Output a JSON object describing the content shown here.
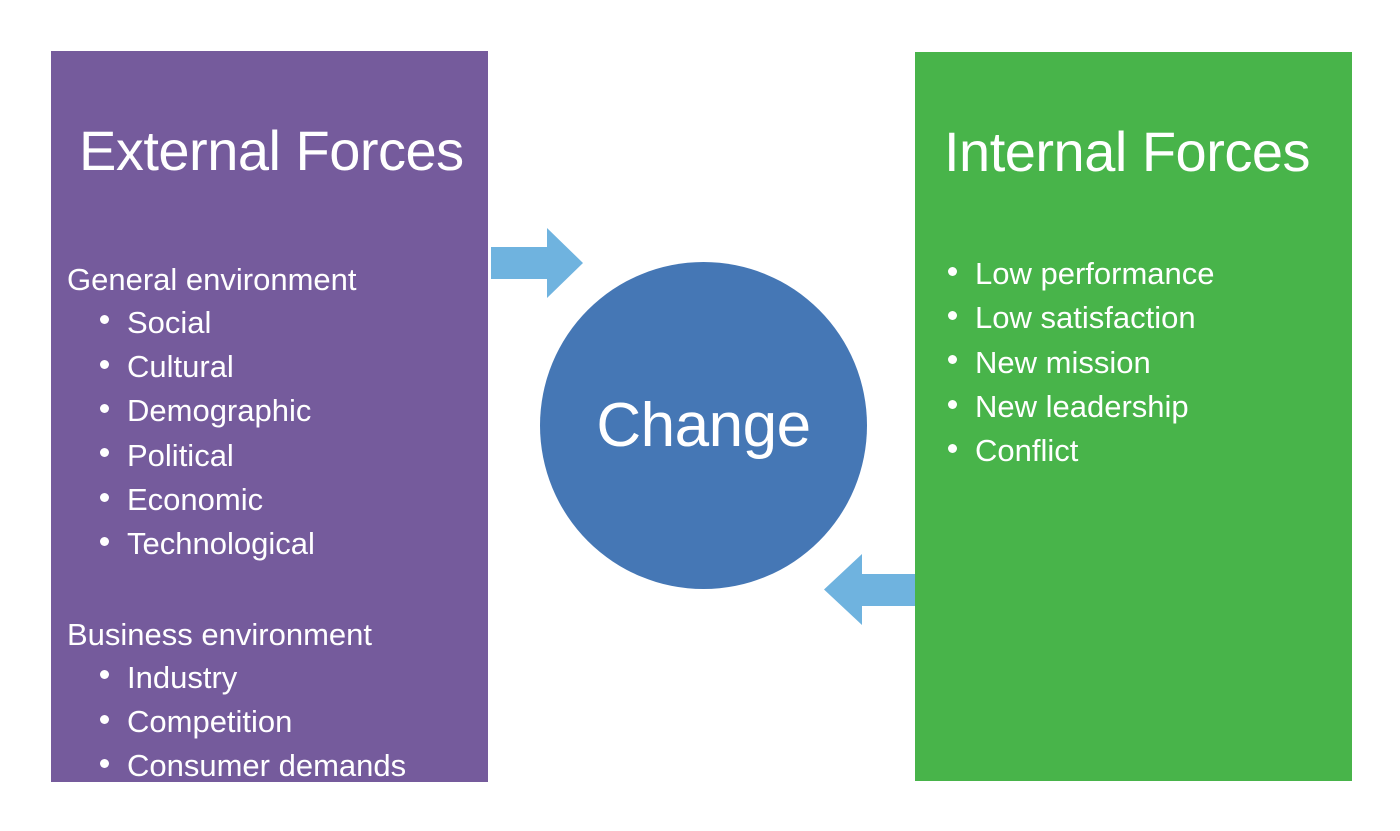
{
  "colors": {
    "external_panel": "#755B9C",
    "internal_panel": "#48B44A",
    "center_circle": "#4577B5",
    "arrow": "#6FB3DF",
    "text": "#FFFFFF",
    "background": "#FFFFFF"
  },
  "center": {
    "label": "Change",
    "shape": "circle"
  },
  "arrows": [
    {
      "name": "external-to-change",
      "direction": "right",
      "color": "#6FB3DF"
    },
    {
      "name": "internal-to-change",
      "direction": "left",
      "color": "#6FB3DF"
    }
  ],
  "external": {
    "title": "External Forces",
    "groups": [
      {
        "heading": "General environment",
        "items": [
          "Social",
          "Cultural",
          "Demographic",
          "Political",
          "Economic",
          "Technological"
        ]
      },
      {
        "heading": "Business environment",
        "items": [
          "Industry",
          "Competition",
          "Consumer demands"
        ]
      }
    ]
  },
  "internal": {
    "title": "Internal Forces",
    "groups": [
      {
        "heading": "",
        "items": [
          "Low performance",
          "Low satisfaction",
          "New mission",
          "New leadership",
          "Conflict"
        ]
      }
    ]
  }
}
